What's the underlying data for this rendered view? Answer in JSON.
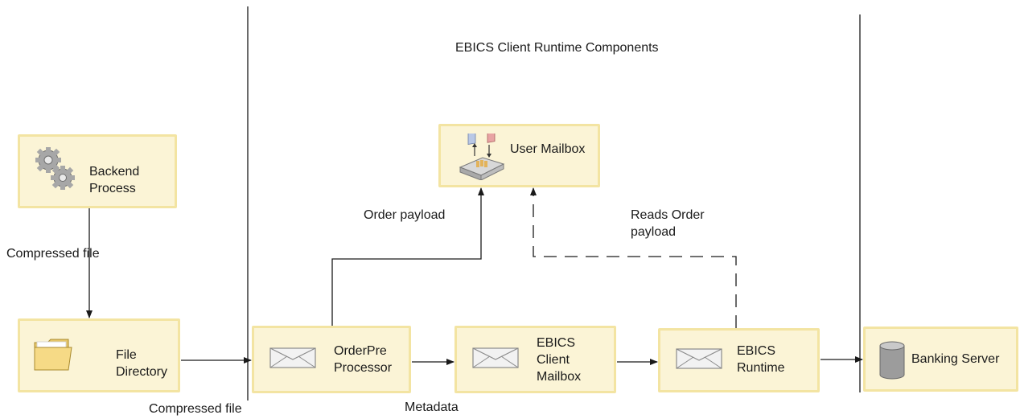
{
  "diagram": {
    "title": "EBICS Client Runtime Components",
    "nodes": {
      "backend": {
        "label": "Backend\nProcess",
        "icon": "gears-icon"
      },
      "file_directory": {
        "label": "File\nDirectory",
        "icon": "folder-icon"
      },
      "orderpre": {
        "label": "OrderPre\nProcessor",
        "icon": "envelope-icon"
      },
      "client_mailbox": {
        "label": "EBICS\nClient\nMailbox",
        "icon": "envelope-icon"
      },
      "runtime": {
        "label": "EBICS\nRuntime",
        "icon": "envelope-icon"
      },
      "banking_server": {
        "label": "Banking Server",
        "icon": "database-icon"
      },
      "user_mailbox": {
        "label": "User Mailbox",
        "icon": "mailbox-tray-icon"
      }
    },
    "edge_labels": {
      "compressed_file_1": "Compressed file",
      "compressed_file_2": "Compressed file",
      "metadata": "Metadata",
      "order_payload": "Order payload",
      "reads_order_payload": "Reads Order\n payload"
    },
    "colors": {
      "box_fill": "#fbf4d6",
      "box_border": "#f3e4a2",
      "line": "#1a1a1a"
    }
  }
}
